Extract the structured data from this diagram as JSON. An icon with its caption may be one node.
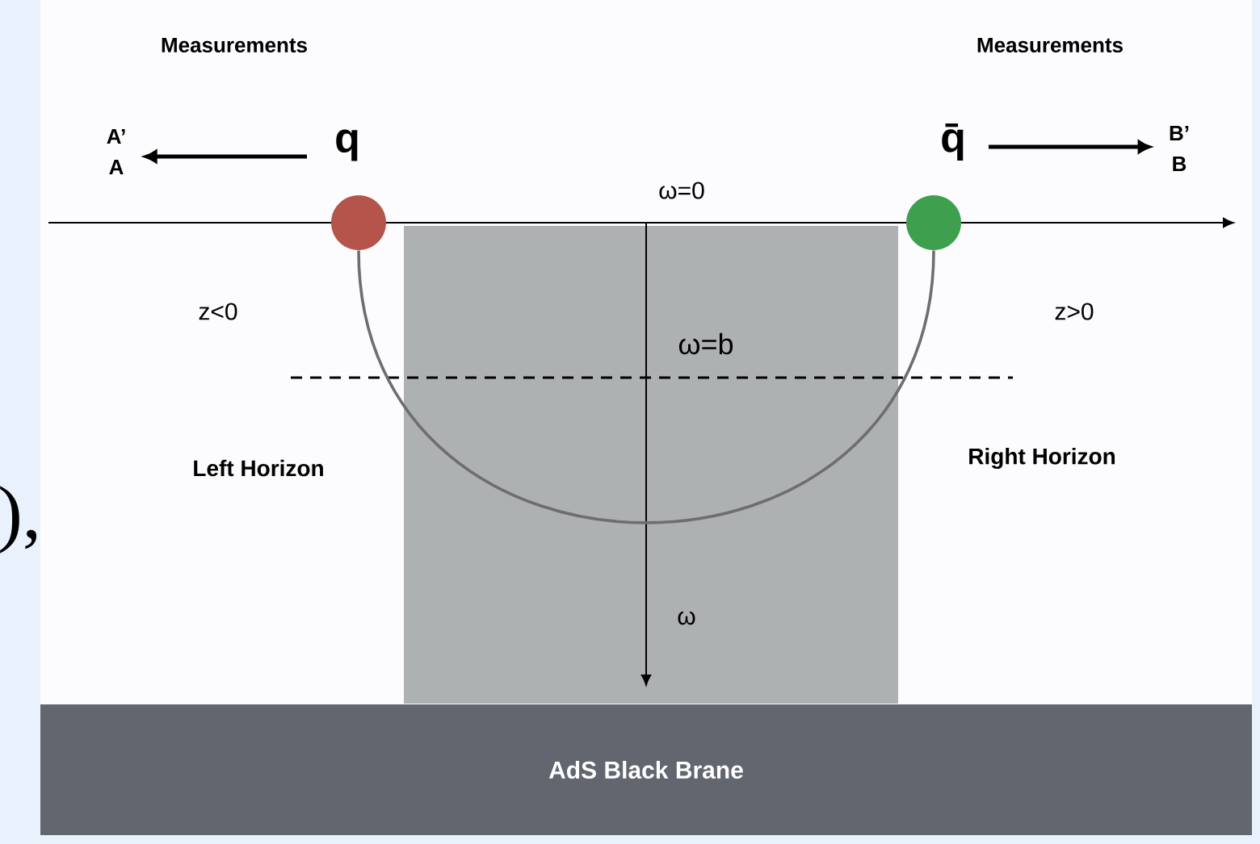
{
  "diagram": {
    "nodes": [
      {
        "text": [],
        "shape": "circle",
        "beside": [
          "q"
        ]
      },
      {
        "text": [],
        "shape": "circle",
        "beside": [
          "q̄"
        ]
      },
      {
        "text": [
          "A’",
          "A"
        ]
      },
      {
        "text": [
          "B’",
          "B"
        ]
      },
      {
        "text": [
          "AdS Black Brane"
        ]
      }
    ],
    "edges": [
      {
        "from": 0,
        "to": 1,
        "arrow": "none",
        "color": "#6e6e6e"
      },
      {
        "from": null,
        "to": 2,
        "arrow": "to"
      },
      {
        "from": null,
        "to": 3,
        "arrow": "to"
      }
    ],
    "labels": [
      "Measurements",
      "Measurements",
      "ω=0",
      "z<0",
      "z>0",
      "ω=b",
      "Left Horizon",
      "Right Horizon",
      "ω",
      "),"
    ]
  }
}
